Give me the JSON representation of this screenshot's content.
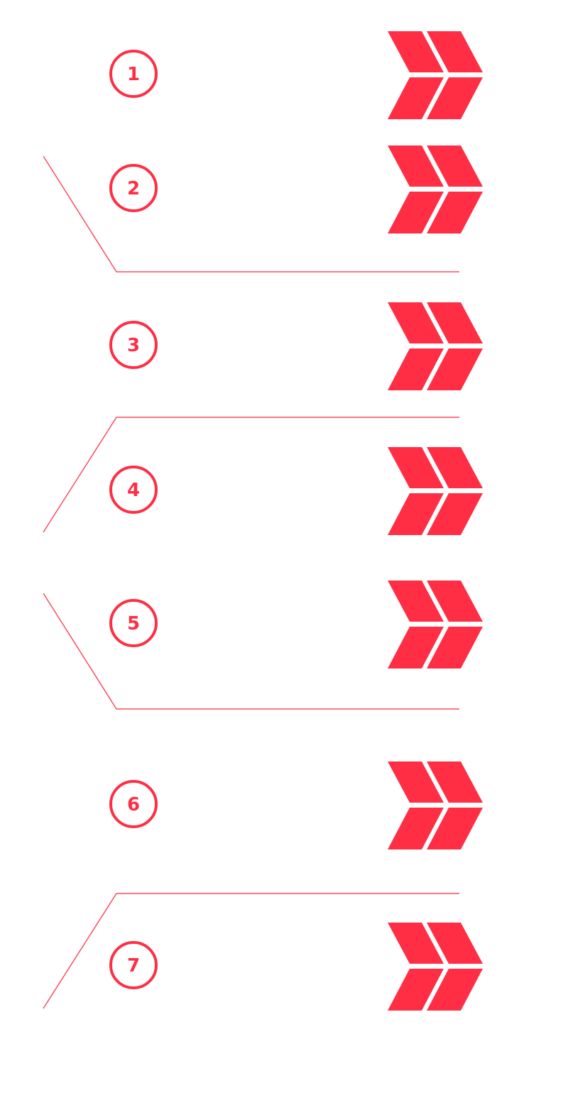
{
  "colors": {
    "accent": "#ff2e45",
    "line": "#ff4a5e",
    "background": "#ffffff"
  },
  "steps": [
    {
      "number": "1",
      "connector": "none"
    },
    {
      "number": "2",
      "connector": "bracket-down"
    },
    {
      "number": "3",
      "connector": "none"
    },
    {
      "number": "4",
      "connector": "bracket-up"
    },
    {
      "number": "5",
      "connector": "bracket-down"
    },
    {
      "number": "6",
      "connector": "none"
    },
    {
      "number": "7",
      "connector": "bracket-up"
    }
  ],
  "icons": {
    "step_marker": "circle-outline",
    "chevron": "double-chevron-right-icon"
  }
}
